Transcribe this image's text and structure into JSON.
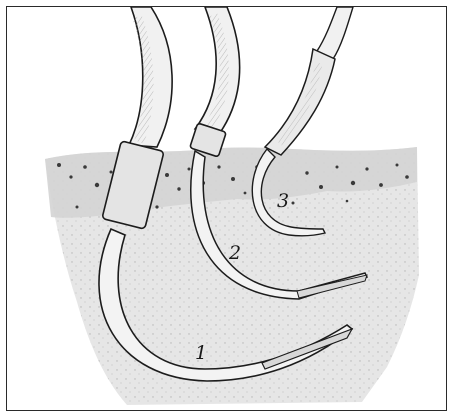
{
  "labels": {
    "needle_1": "1",
    "needle_2": "2",
    "needle_3": "3"
  },
  "colors": {
    "background": "#ffffff",
    "tissue_fill": "#e9e9e9",
    "tissue_surface": "#cfcfcf",
    "instrument_fill": "#f1f1f1",
    "outline": "#1c1c1c"
  }
}
